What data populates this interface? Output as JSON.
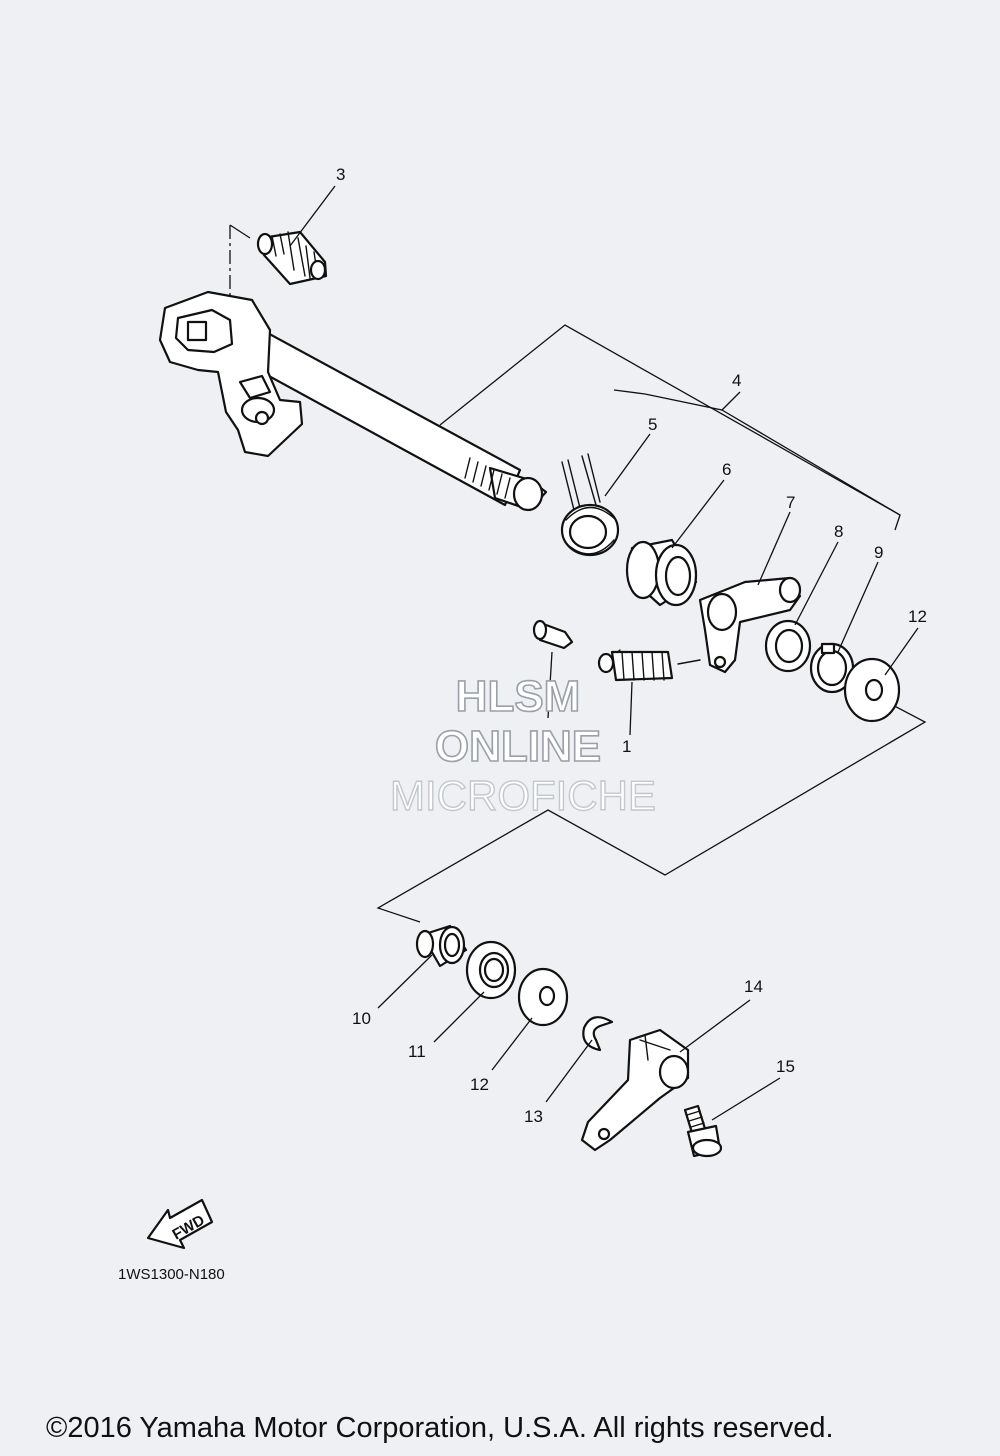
{
  "callouts": [
    {
      "id": "1",
      "label": "1"
    },
    {
      "id": "3",
      "label": "3"
    },
    {
      "id": "4",
      "label": "4"
    },
    {
      "id": "5",
      "label": "5"
    },
    {
      "id": "6",
      "label": "6"
    },
    {
      "id": "7",
      "label": "7"
    },
    {
      "id": "8",
      "label": "8"
    },
    {
      "id": "9",
      "label": "9"
    },
    {
      "id": "12a",
      "label": "12"
    },
    {
      "id": "10",
      "label": "10"
    },
    {
      "id": "11",
      "label": "11"
    },
    {
      "id": "12b",
      "label": "12"
    },
    {
      "id": "13",
      "label": "13"
    },
    {
      "id": "14",
      "label": "14"
    },
    {
      "id": "15",
      "label": "15"
    }
  ],
  "watermark": {
    "line1": "HLSM",
    "line2": "ONLINE",
    "line3": "MICROFICHE"
  },
  "fwd_label": "FWD",
  "diagram_code": "1WS1300-N180",
  "copyright": "©2016 Yamaha Motor Corporation, U.S.A. All rights reserved."
}
